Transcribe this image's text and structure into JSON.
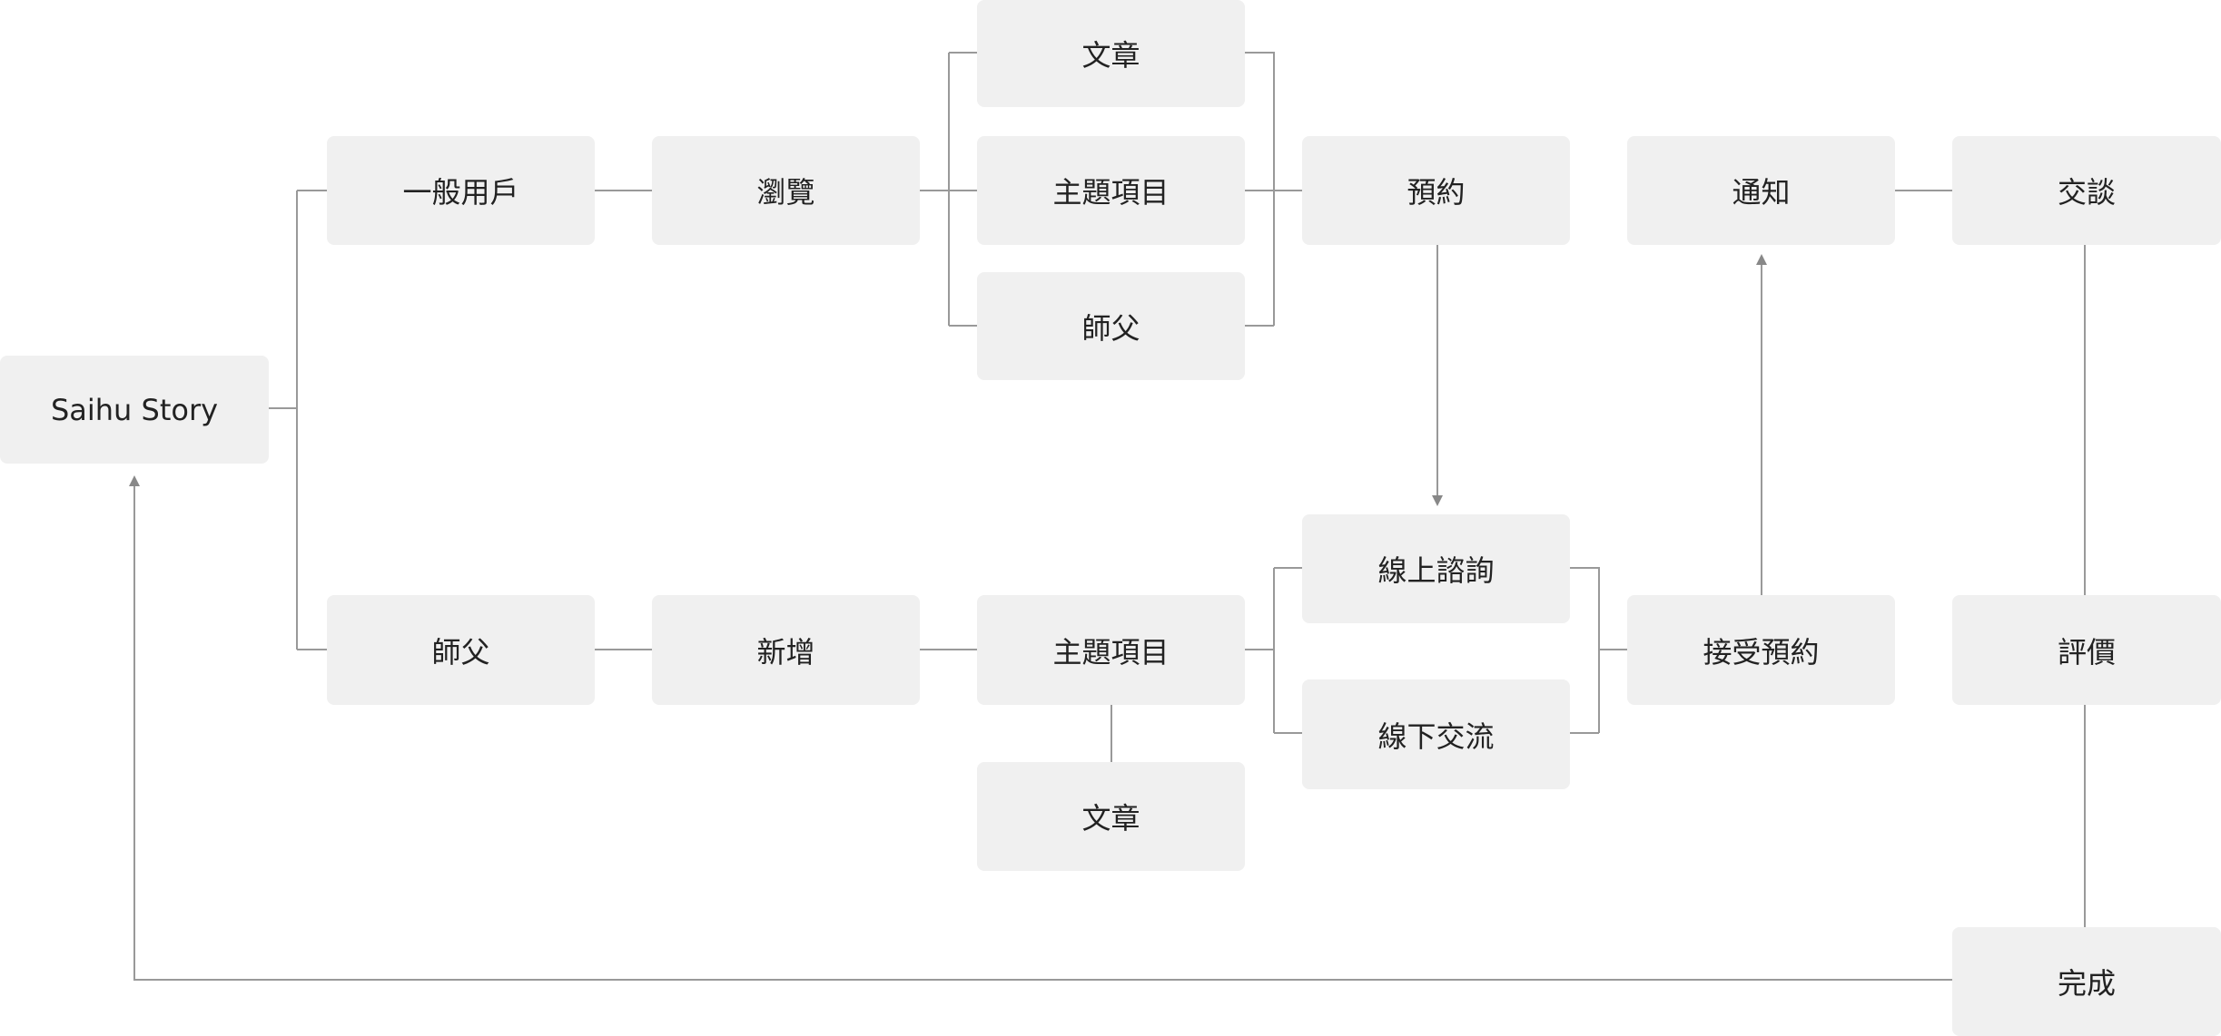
{
  "nodes": {
    "root": "Saihu Story",
    "user": "一般用戶",
    "browse": "瀏覽",
    "article_top": "文章",
    "topic_top": "主題項目",
    "master_top": "師父",
    "reserve": "預約",
    "notify": "通知",
    "chat": "交談",
    "master_bottom": "師父",
    "add": "新增",
    "topic_bottom": "主題項目",
    "article_bottom": "文章",
    "online": "線上諮詢",
    "offline": "線下交流",
    "accept": "接受預約",
    "review": "評價",
    "done": "完成"
  }
}
